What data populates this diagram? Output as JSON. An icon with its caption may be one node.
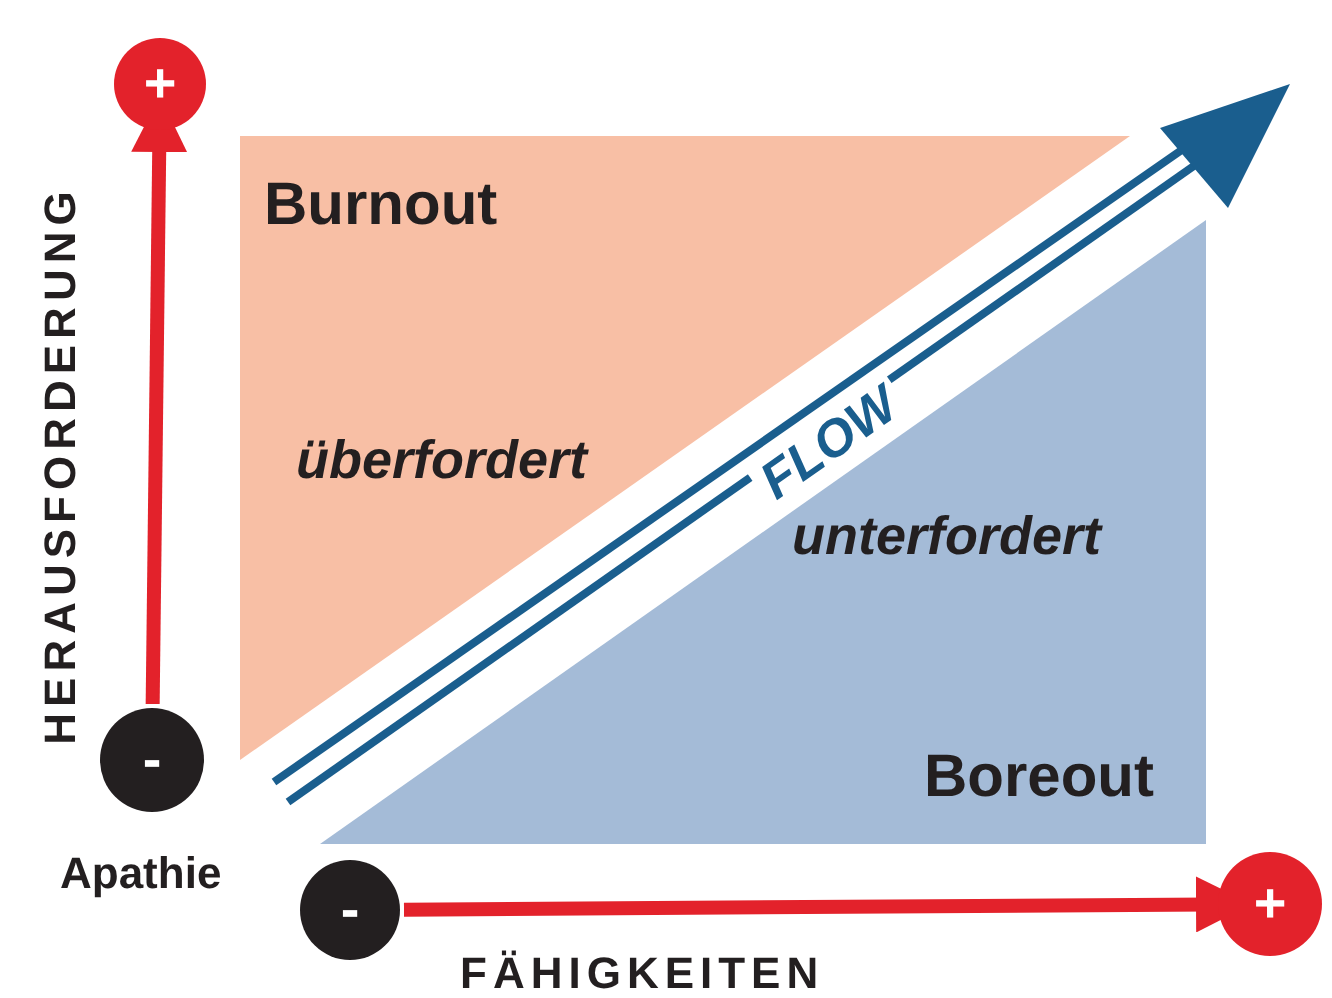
{
  "diagram": {
    "nodes": [
      {
        "text": [
          "Burnout",
          "überfordert"
        ]
      },
      {
        "text": [
          "unterfordert",
          "Boreout"
        ]
      },
      {
        "text": [
          "+"
        ]
      },
      {
        "text": [
          "-"
        ]
      },
      {
        "text": [
          "-"
        ]
      },
      {
        "text": [
          "+"
        ]
      }
    ],
    "edges": [
      {
        "from": 3,
        "to": 2,
        "arrow": "to"
      },
      {
        "from": 4,
        "to": 5,
        "arrow": "to"
      }
    ],
    "labels": [
      "HERAUSFORDERUNG",
      "Apathie",
      "FÄHIGKEITEN",
      "FLOW"
    ]
  }
}
